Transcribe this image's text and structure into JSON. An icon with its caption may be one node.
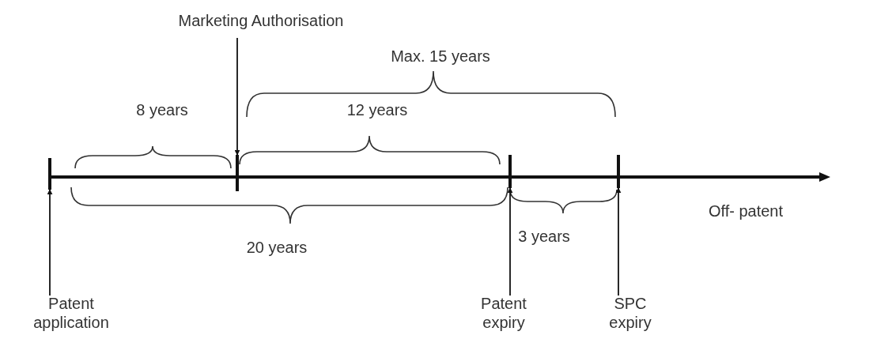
{
  "diagram": {
    "nodes": [
      {
        "text": [
          "Marketing Authorisation"
        ]
      },
      {
        "text": [],
        "shape": "bar"
      },
      {
        "text": [],
        "shape": "bar"
      },
      {
        "text": [],
        "shape": "bar"
      },
      {
        "text": [],
        "shape": "bar"
      },
      {
        "text": [
          "Patent application"
        ]
      },
      {
        "text": [
          "Patent expiry"
        ]
      },
      {
        "text": [
          "SPC expiry"
        ]
      }
    ],
    "edges": [
      {
        "from": 0,
        "to": 2,
        "arrow": "to"
      },
      {
        "from": 5,
        "to": 1,
        "arrow": "to"
      },
      {
        "from": 6,
        "to": 3,
        "arrow": "to"
      },
      {
        "from": 7,
        "to": 4,
        "arrow": "to"
      }
    ],
    "labels": [
      "Max. 15 years",
      "8 years",
      "12 years",
      "20 years",
      "3 years",
      "Off- patent"
    ]
  }
}
